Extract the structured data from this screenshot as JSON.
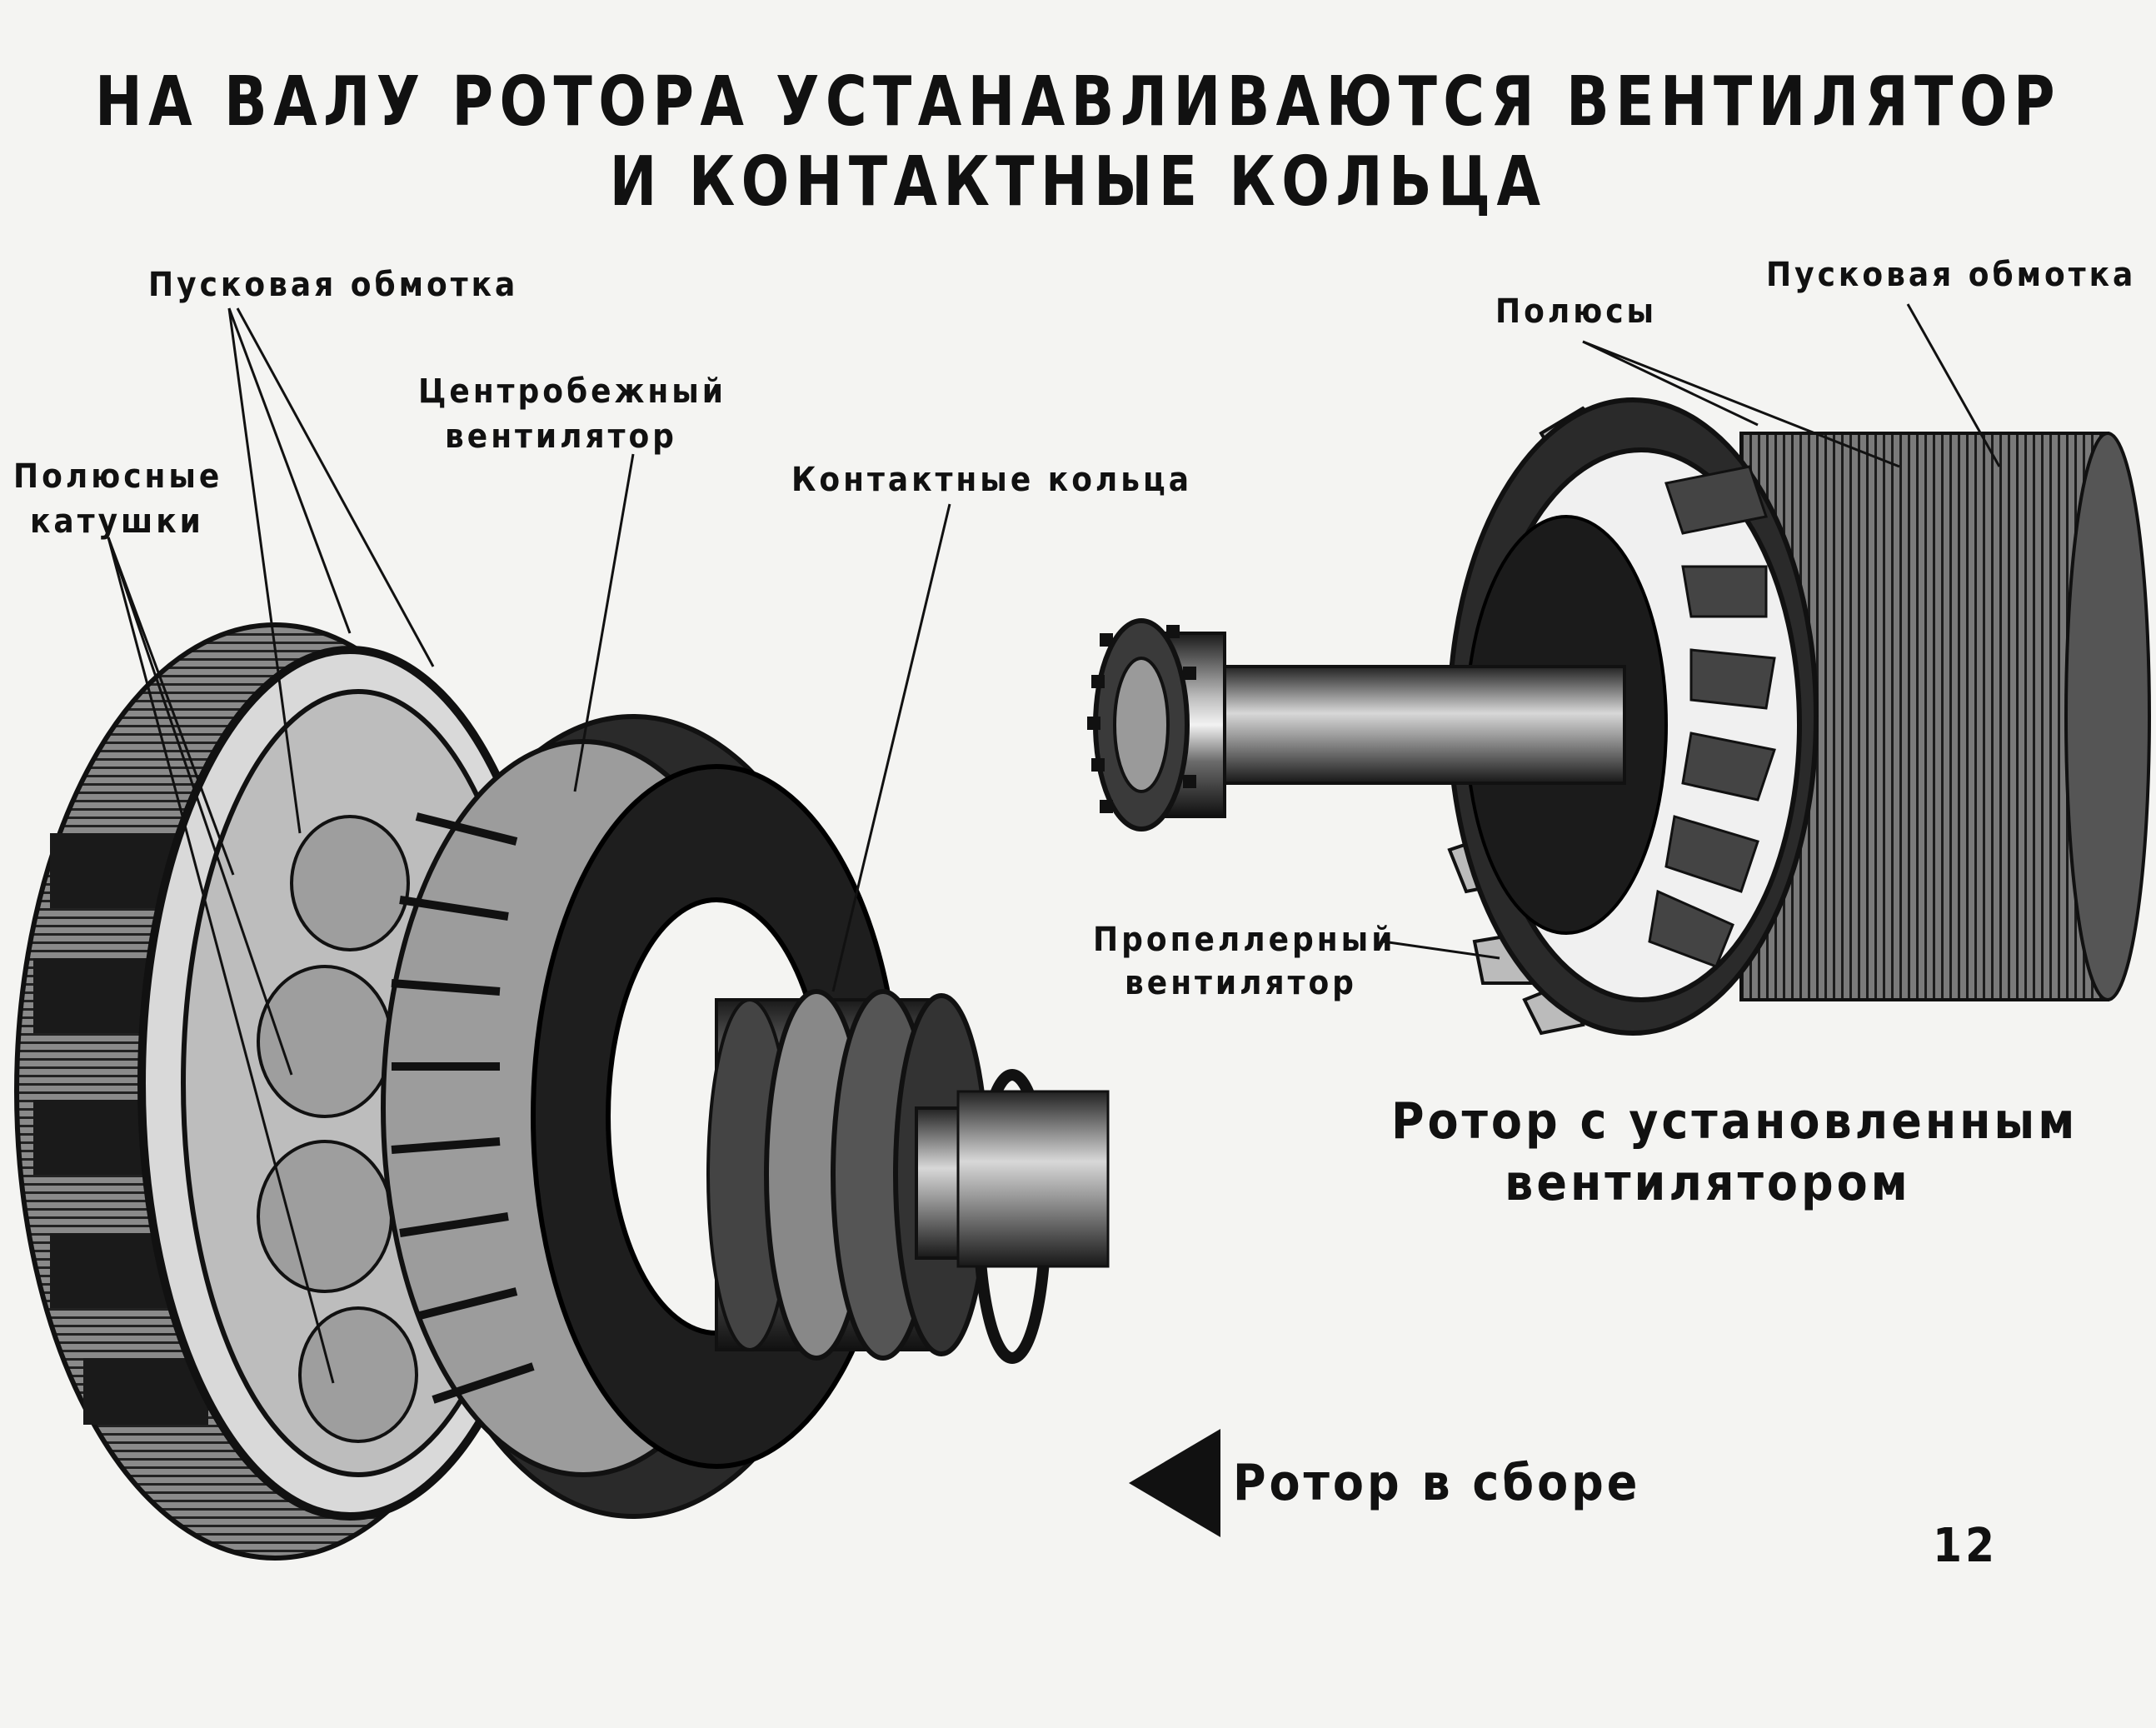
{
  "title": {
    "line1": "НА ВАЛУ РОТОРА УСТАНАВЛИВАЮТСЯ ВЕНТИЛЯТОР",
    "line2": "И КОНТАКТНЫЕ КОЛЬЦА"
  },
  "left_labels": {
    "start_winding": "Пусковая обмотка",
    "centrifugal_fan_1": "Центробежный",
    "centrifugal_fan_2": "вентилятор",
    "pole_coils_1": "Полюсные",
    "pole_coils_2": "катушки",
    "slip_rings": "Контактные кольца"
  },
  "right_labels": {
    "poles": "Полюсы",
    "start_winding": "Пусковая обмотка",
    "propeller_fan_1": "Пропеллерный",
    "propeller_fan_2": "вентилятор"
  },
  "captions": {
    "rotor_with_fan_1": "Ротор с установленным",
    "rotor_with_fan_2": "вентилятором",
    "rotor_assembled": "Ротор в сборе"
  },
  "page_number": "12"
}
